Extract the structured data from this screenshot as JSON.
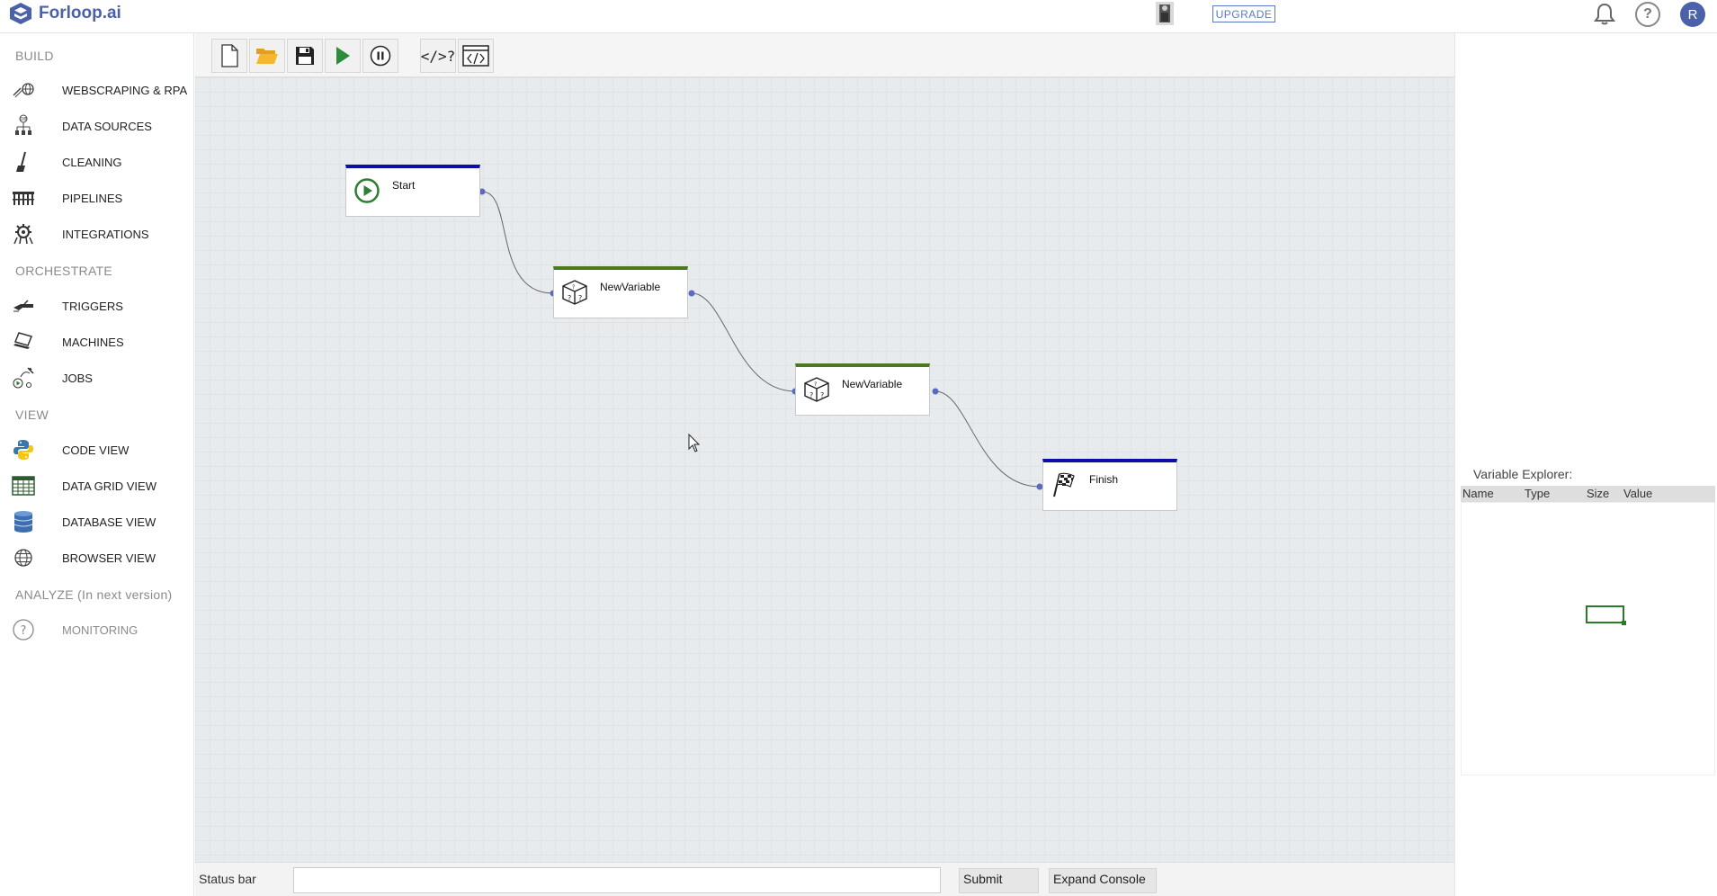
{
  "header": {
    "brand": "Forloop.ai",
    "upgrade_label": "UPGRADE",
    "help_label": "?",
    "user_initial": "R"
  },
  "sidebar": {
    "sections": [
      {
        "title": "BUILD",
        "items": [
          {
            "label": "WEBSCRAPING & RPA",
            "icon": "web-scraping-icon"
          },
          {
            "label": "DATA SOURCES",
            "icon": "data-sources-icon"
          },
          {
            "label": "CLEANING",
            "icon": "broom-icon"
          },
          {
            "label": "PIPELINES",
            "icon": "pipelines-icon"
          },
          {
            "label": "INTEGRATIONS",
            "icon": "integrations-icon"
          }
        ]
      },
      {
        "title": "ORCHESTRATE",
        "items": [
          {
            "label": "TRIGGERS",
            "icon": "triggers-icon"
          },
          {
            "label": "MACHINES",
            "icon": "laptop-icon"
          },
          {
            "label": "JOBS",
            "icon": "jobs-icon"
          }
        ]
      },
      {
        "title": "VIEW",
        "items": [
          {
            "label": "CODE VIEW",
            "icon": "python-icon"
          },
          {
            "label": "DATA GRID VIEW",
            "icon": "grid-icon"
          },
          {
            "label": "DATABASE VIEW",
            "icon": "database-icon"
          },
          {
            "label": "BROWSER VIEW",
            "icon": "globe-icon"
          }
        ]
      },
      {
        "title": "ANALYZE (In next version)",
        "items": [
          {
            "label": "MONITORING",
            "icon": "question-circle-icon"
          }
        ]
      }
    ]
  },
  "toolbar": {
    "buttons": [
      "new-file-icon",
      "open-folder-icon",
      "save-icon",
      "run-icon",
      "pause-icon",
      "code-help-icon",
      "code-window-icon"
    ],
    "code_help_label": "</>?"
  },
  "canvas": {
    "nodes": [
      {
        "label": "Start",
        "type": "start",
        "icon": "play-circle-icon"
      },
      {
        "label": "NewVariable",
        "type": "variable",
        "icon": "dice-icon"
      },
      {
        "label": "NewVariable",
        "type": "variable",
        "icon": "dice-icon"
      },
      {
        "label": "Finish",
        "type": "finish",
        "icon": "checkered-flag-icon"
      }
    ]
  },
  "variable_explorer": {
    "title": "Variable Explorer:",
    "columns": [
      "Name",
      "Type",
      "Size",
      "Value"
    ]
  },
  "statusbar": {
    "label": "Status bar",
    "input_value": "",
    "submit_label": "Submit",
    "expand_label": "Expand Console"
  },
  "colors": {
    "brand": "#4b62a8",
    "start_finish_bar": "#0a0fa8",
    "variable_bar": "#4a7a1e",
    "canvas_bg": "#e8ebee"
  }
}
